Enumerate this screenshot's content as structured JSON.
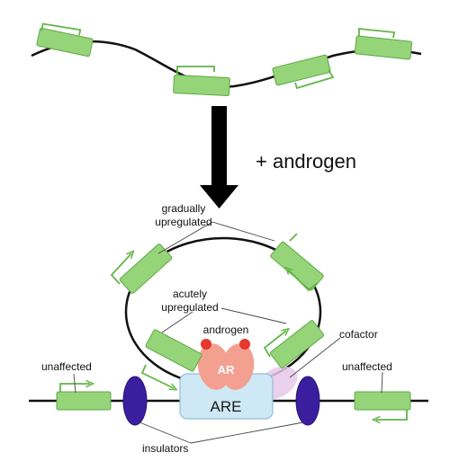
{
  "labels": {
    "treatment": "+ androgen",
    "gradually_line1": "gradually",
    "gradually_line2": "upregulated",
    "acutely_line1": "acutely",
    "acutely_line2": "upregulated",
    "androgen": "androgen",
    "cofactor": "cofactor",
    "ar": "AR",
    "are": "ARE",
    "unaffected_left": "unaffected",
    "unaffected_right": "unaffected",
    "insulators": "insulators"
  },
  "colors": {
    "gene_fill": "#96d47a",
    "gene_stroke": "#5fa845",
    "arrow_color": "#62b448",
    "dna": "#111111",
    "ar_fill": "#f4a090",
    "androgen_dot": "#e8372c",
    "are_fill": "#cfe8f5",
    "are_stroke": "#8fbfd8",
    "cofactor_fill": "#e6c8ea",
    "insulator_fill": "#3b1e9e",
    "insulator_stroke": "#2a1278"
  }
}
